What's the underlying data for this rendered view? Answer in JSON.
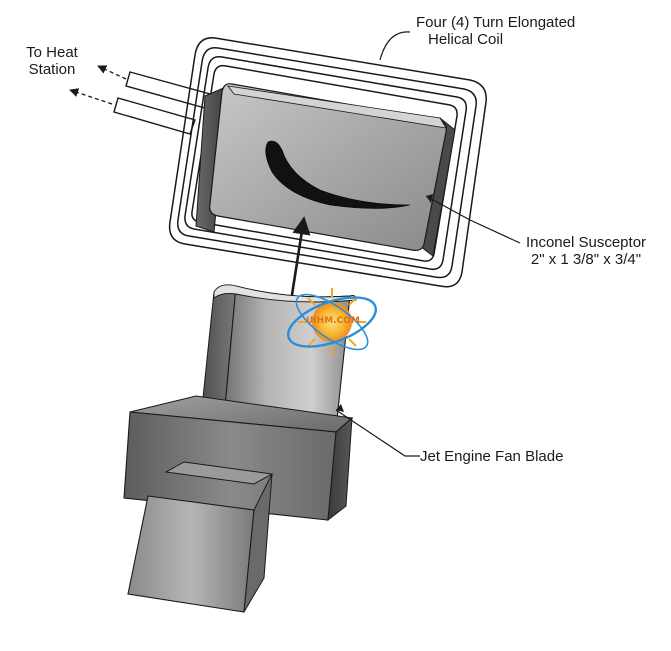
{
  "labels": {
    "heat_station_line1": "To Heat",
    "heat_station_line2": "Station",
    "coil_line1": "Four (4) Turn Elongated",
    "coil_line2": "Helical Coil",
    "susceptor_line1": "Inconel Susceptor",
    "susceptor_line2": "2\" x 1 3/8\" x 3/4\"",
    "blade": "Jet Engine Fan Blade"
  },
  "watermark": {
    "text": "UIHM.COM",
    "ring_color": "#2a8fd8",
    "sun_color": "#f5a623"
  },
  "colors": {
    "ink": "#1a1a1a",
    "metal_dark": "#5a5a5a",
    "metal_mid": "#9a9a9a",
    "metal_light": "#d8d8d8"
  }
}
